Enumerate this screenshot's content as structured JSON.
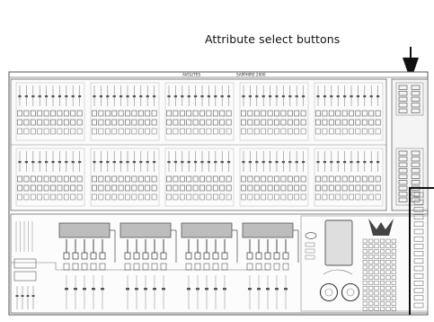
{
  "callout": {
    "label": "Attribute select buttons"
  },
  "console": {
    "brand_left": "AVOLITES",
    "brand_right": "SAPPHIRE 2000"
  },
  "colors": {
    "ink": "#111111",
    "panel_line": "#555555",
    "panel_fill": "#f7f7f7",
    "screen": "#dedede"
  }
}
